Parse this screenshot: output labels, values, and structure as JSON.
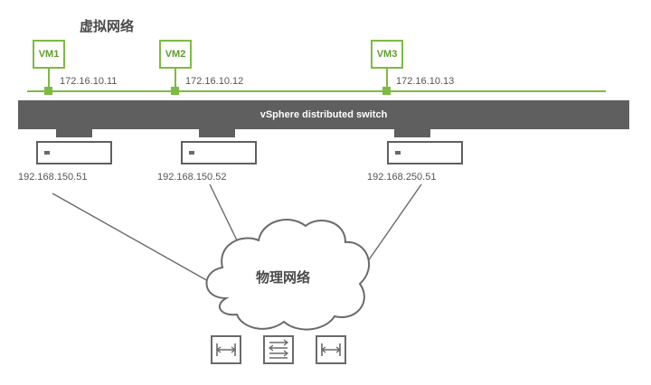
{
  "diagram": {
    "title": "虚拟网络",
    "switch_label": "vSphere distributed switch",
    "cloud_label": "物理网络",
    "vms": [
      {
        "name": "VM1",
        "ip": "172.16.10.11"
      },
      {
        "name": "VM2",
        "ip": "172.16.10.12"
      },
      {
        "name": "VM3",
        "ip": "172.16.10.13"
      }
    ],
    "hosts": [
      {
        "ip": "192.168.150.51"
      },
      {
        "ip": "192.168.150.52"
      },
      {
        "ip": "192.168.250.51"
      }
    ],
    "devices": [
      {
        "icon": "switch-icon"
      },
      {
        "icon": "router-icon"
      },
      {
        "icon": "switch-icon"
      }
    ],
    "colors": {
      "vm_green": "#7dbb42",
      "switch_gray": "#5f5f5f",
      "cloud_stroke": "#6a6a6a",
      "text_gray": "#4a4a4a"
    }
  }
}
